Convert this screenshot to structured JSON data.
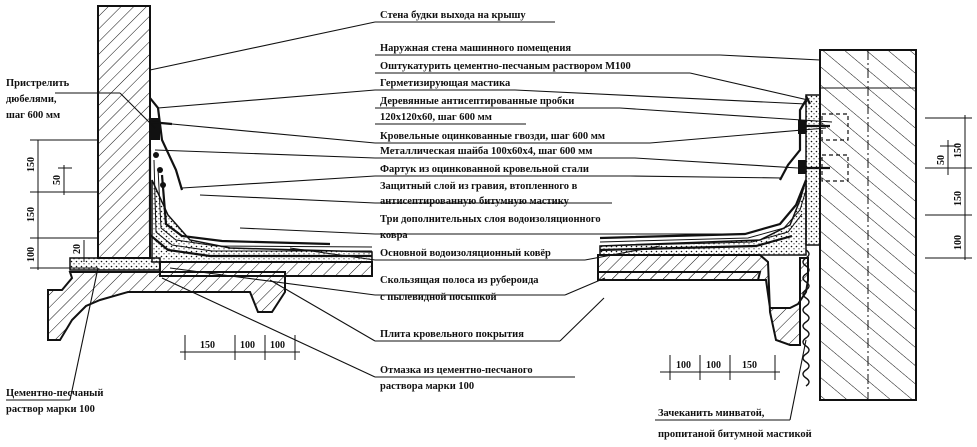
{
  "labels": {
    "booth_wall": "Стена будки выхода на крышу",
    "machine_room_wall": "Наружная стена машинного помещения",
    "plaster": "Оштукатурить цементно-песчаным раствором М100",
    "sealant": "Герметизирующая мастика",
    "wood_plugs_1": "Деревянные антисептированные пробки",
    "wood_plugs_2": "120х120х60, шаг 600 мм",
    "nails": "Кровельные оцинкованные гвозди, шаг 600 мм",
    "washer": "Металлическая шайба 100х60х4, шаг 600 мм",
    "apron": "Фартук из оцинкованной кровельной стали",
    "gravel_1": "Защитный слой из гравия, втопленного в",
    "gravel_2": "антисептированную битумную мастику",
    "extra_layers_1": "Три дополнительных слоя водоизоляционного",
    "extra_layers_2": "ковра",
    "main_carpet": "Основной водоизоляционный ковёр",
    "sliding_strip_1": "Скользящая полоса из рубероида",
    "sliding_strip_2": "с пылевидной посыпкой",
    "roof_slab": "Плита кровельного покрытия",
    "screed_1": "Отмазка из цементно-песчаного",
    "screed_2": "раствора марки 100",
    "dowels_1": "Пристрелить",
    "dowels_2": "дюбелями,",
    "dowels_3": "шаг 600 мм",
    "mortar_1": "Цементно-песчаный",
    "mortar_2": "раствор марки 100",
    "caulk_1": "Зачеканить минватой,",
    "caulk_2": "пропитаной битумной мастикой"
  },
  "dimensions": {
    "left_vertical": [
      "150",
      "50",
      "150",
      "100",
      "20"
    ],
    "left_horizontal": [
      "150",
      "100",
      "100"
    ],
    "right_vertical": [
      "50",
      "150",
      "150",
      "100"
    ],
    "right_horizontal": [
      "100",
      "100",
      "150"
    ]
  }
}
